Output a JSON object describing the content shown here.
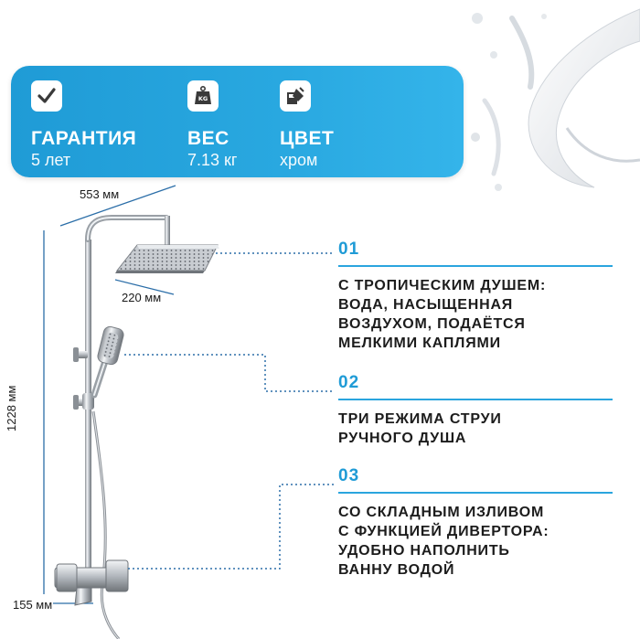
{
  "specs": [
    {
      "icon": "checkmark-icon",
      "title": "ГАРАНТИЯ",
      "value": "5 лет"
    },
    {
      "icon": "weight-icon",
      "title": "ВЕС",
      "value": "7.13 кг",
      "icon_text": "KG"
    },
    {
      "icon": "color-palette-icon",
      "title": "ЦВЕТ",
      "value": "хром"
    }
  ],
  "dimensions": {
    "width_top": "553 мм",
    "head_size": "220 мм",
    "height": "1228 мм",
    "spout": "155 мм"
  },
  "features": [
    {
      "number": "01",
      "text": "С ТРОПИЧЕСКИМ ДУШЕМ:\nВОДА, НАСЫЩЕННАЯ\nВОЗДУХОМ, ПОДАЁТСЯ\nМЕЛКИМИ КАПЛЯМИ"
    },
    {
      "number": "02",
      "text": "ТРИ РЕЖИМА СТРУИ\nРУЧНОГО ДУША"
    },
    {
      "number": "03",
      "text": "СО СКЛАДНЫМ ИЗЛИВОМ\nС ФУНКЦИЕЙ ДИВЕРТОРА:\nУДОБНО НАПОЛНИТЬ\nВАННУ ВОДОЙ"
    }
  ],
  "colors": {
    "accent": "#1f9bd6",
    "banner": "#29a8e0",
    "text": "#1a1a1a"
  }
}
